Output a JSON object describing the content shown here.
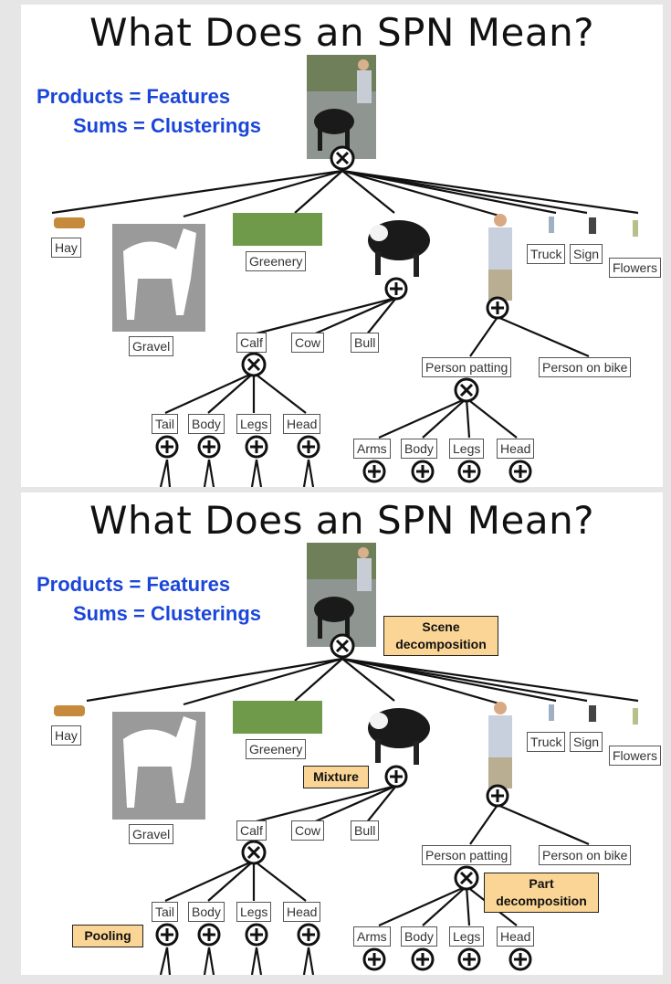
{
  "slides": [
    {
      "title": "What Does an SPN Mean?",
      "legend_products": "Products = Features",
      "legend_sums": "Sums = Clusterings",
      "labels": {
        "hay": "Hay",
        "gravel": "Gravel",
        "greenery": "Greenery",
        "truck": "Truck",
        "sign": "Sign",
        "flowers": "Flowers",
        "calf": "Calf",
        "cow": "Cow",
        "bull": "Bull",
        "person_patting": "Person patting",
        "person_on_bike": "Person on bike",
        "tail": "Tail",
        "body_animal": "Body",
        "legs_animal": "Legs",
        "head_animal": "Head",
        "arms": "Arms",
        "body_person": "Body",
        "legs_person": "Legs",
        "head_person": "Head"
      }
    },
    {
      "title": "What Does an SPN Mean?",
      "legend_products": "Products = Features",
      "legend_sums": "Sums = Clusterings",
      "labels": {
        "hay": "Hay",
        "gravel": "Gravel",
        "greenery": "Greenery",
        "truck": "Truck",
        "sign": "Sign",
        "flowers": "Flowers",
        "calf": "Calf",
        "cow": "Cow",
        "bull": "Bull",
        "person_patting": "Person patting",
        "person_on_bike": "Person on bike",
        "tail": "Tail",
        "body_animal": "Body",
        "legs_animal": "Legs",
        "head_animal": "Head",
        "arms": "Arms",
        "body_person": "Body",
        "legs_person": "Legs",
        "head_person": "Head"
      },
      "annotations": {
        "scene_line1": "Scene",
        "scene_line2": "decomposition",
        "mixture": "Mixture",
        "part_line1": "Part",
        "part_line2": "decomposition",
        "pooling": "Pooling"
      }
    }
  ]
}
